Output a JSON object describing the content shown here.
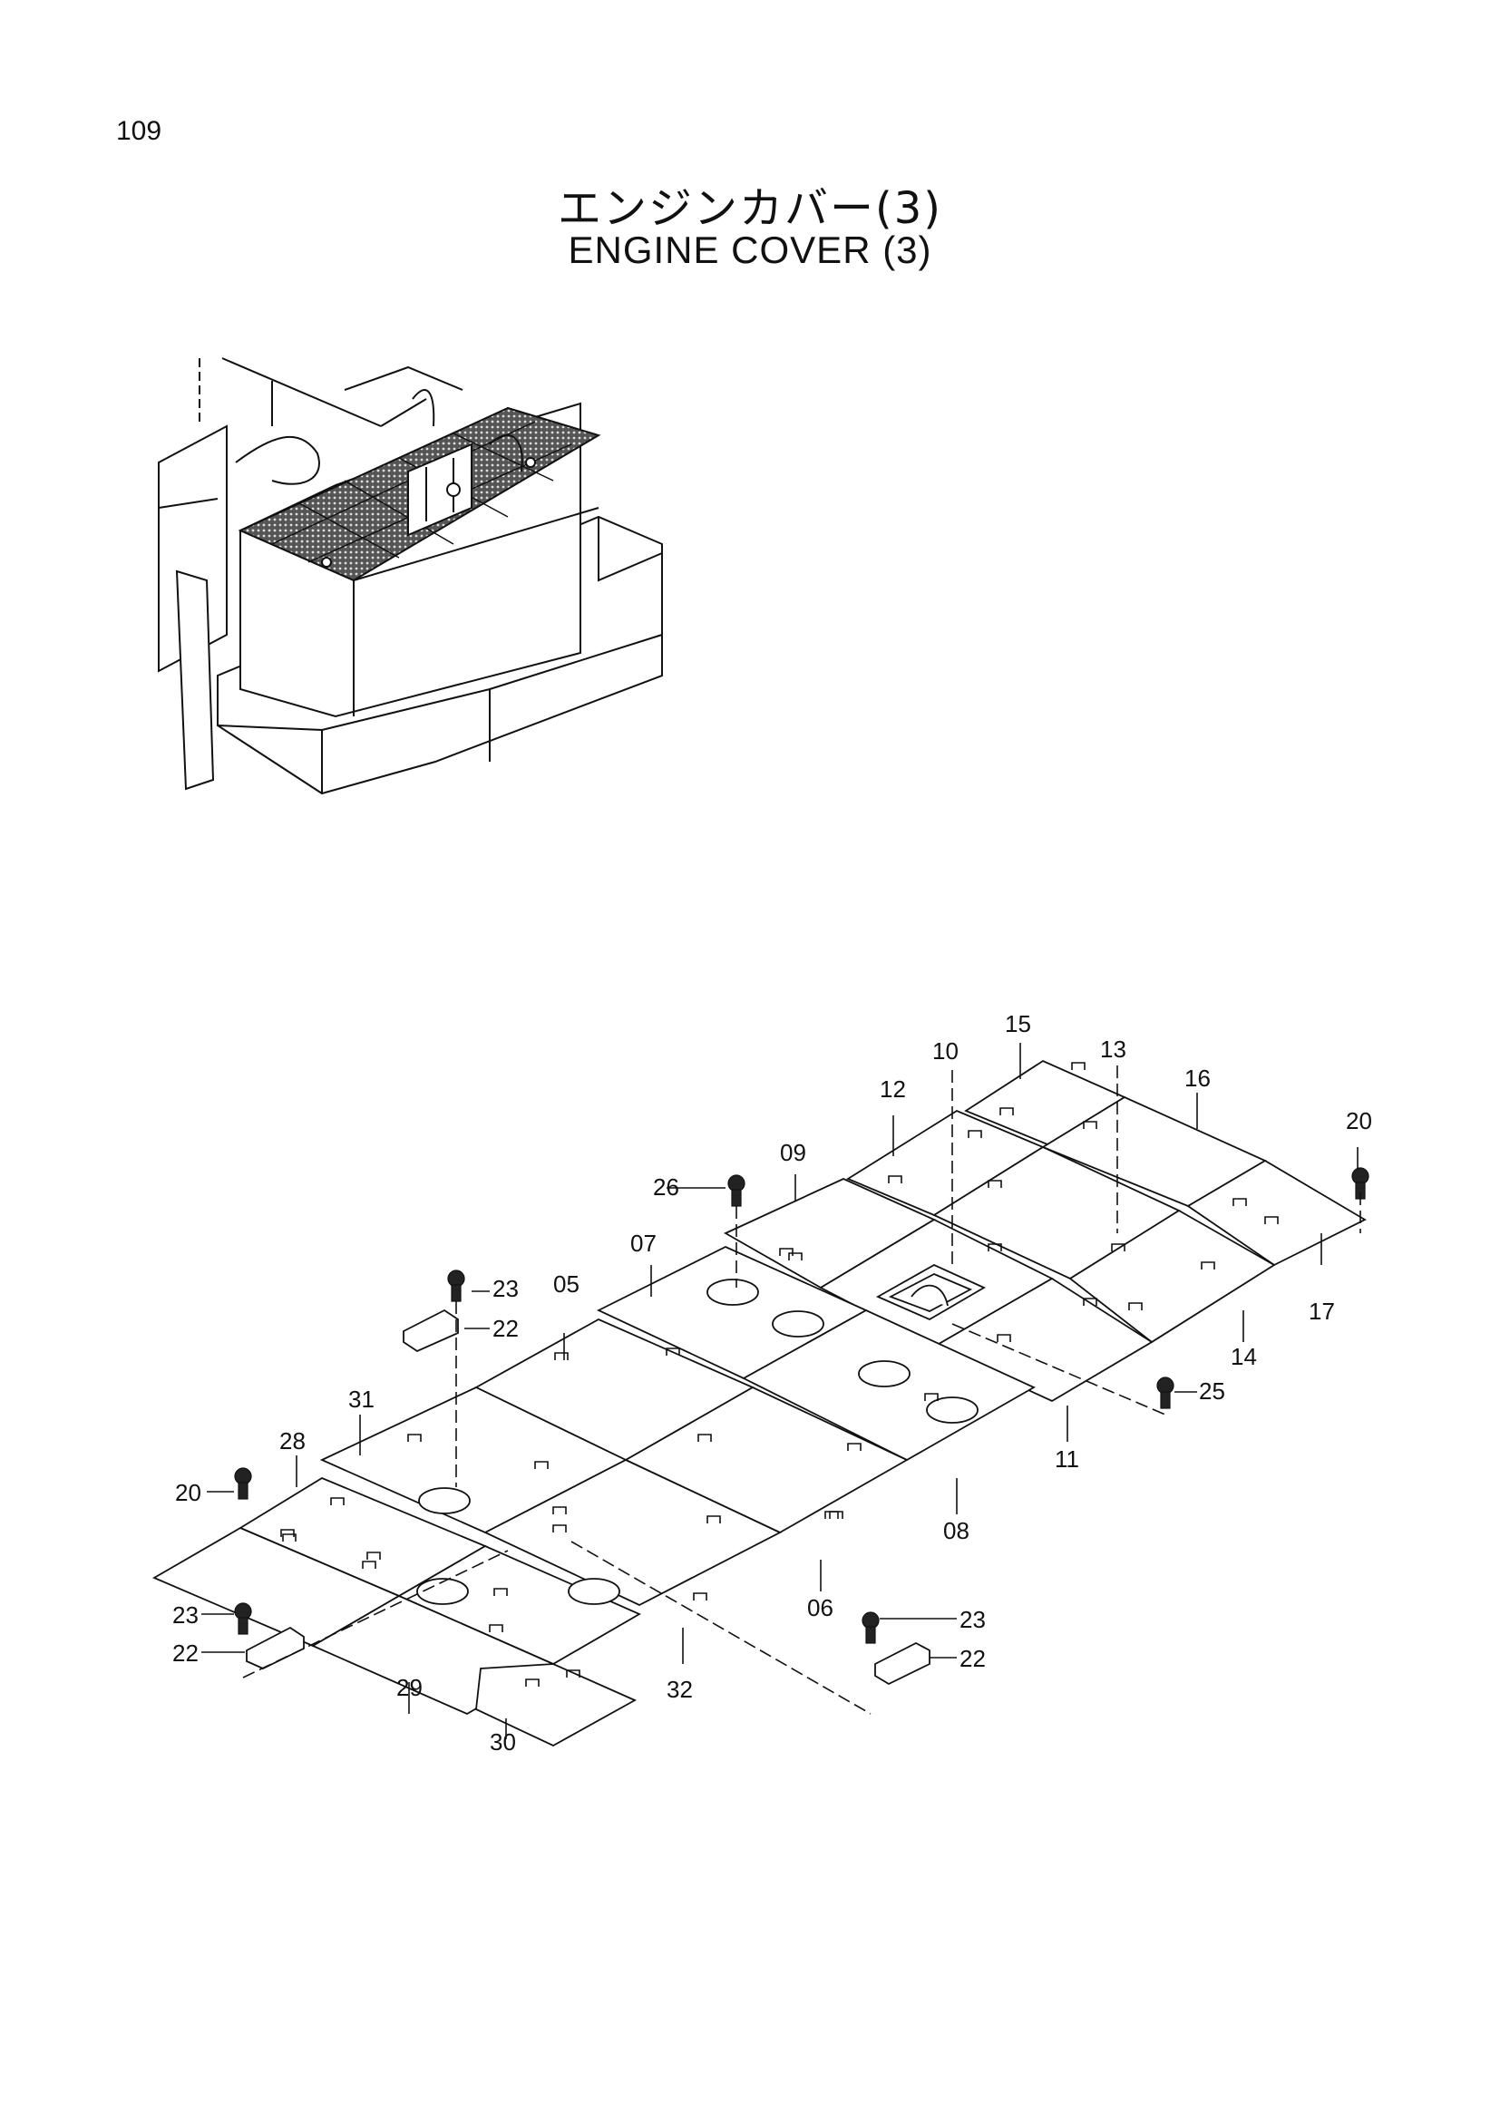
{
  "page": {
    "number": "109"
  },
  "title": {
    "jp": "エンジンカバー(3)",
    "en": "ENGINE  COVER (3)"
  },
  "callouts": {
    "p05": "05",
    "p06": "06",
    "p07": "07",
    "p08": "08",
    "p09": "09",
    "p10": "10",
    "p11": "11",
    "p12": "12",
    "p13": "13",
    "p14": "14",
    "p15": "15",
    "p16": "16",
    "p17": "17",
    "p20a": "20",
    "p20b": "20",
    "p22a": "22",
    "p22b": "22",
    "p22c": "22",
    "p23a": "23",
    "p23b": "23",
    "p23c": "23",
    "p25": "25",
    "p26": "26",
    "p28": "28",
    "p29": "29",
    "p30": "30",
    "p31": "31",
    "p32": "32"
  }
}
